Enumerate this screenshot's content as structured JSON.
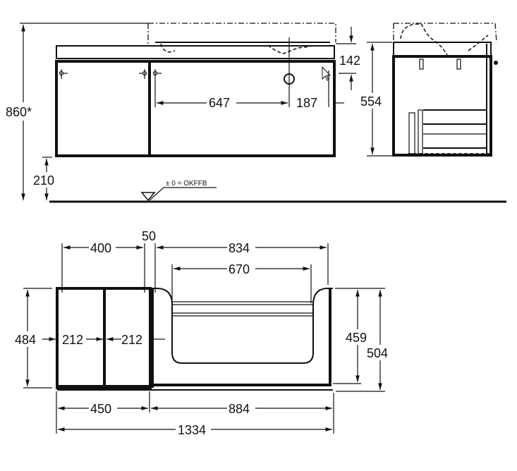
{
  "title": "Vanity unit dimension drawing",
  "front_view": {
    "total_height": "860*",
    "floor_clearance": "210",
    "basin_offset_left": "647",
    "basin_offset_right": "187",
    "top_drop": "142",
    "floor_reference": "± 0 = OKFFB"
  },
  "side_view": {
    "height": "554"
  },
  "plan_view": {
    "left_unit_inner_width": "400",
    "gap": "50",
    "right_unit_width": "834",
    "inner_cutout_width": "670",
    "left_depth": "484",
    "door_left": "212",
    "door_right": "212",
    "inner_depth": "459",
    "total_depth": "504",
    "left_width": "450",
    "right_width": "884",
    "total_width": "1334"
  },
  "colors": {
    "line": "#111111",
    "background": "#ffffff"
  }
}
